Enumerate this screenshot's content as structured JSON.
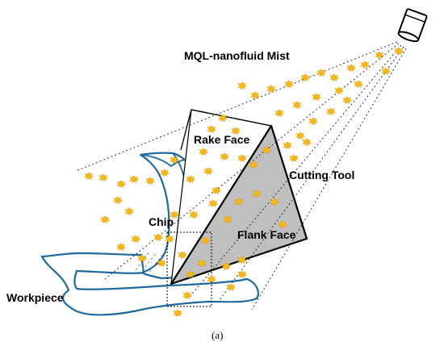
{
  "labels": {
    "mist": "MQL-nanofluid  Mist",
    "rake_face": "Rake Face",
    "cutting_tool": "Cutting Tool",
    "chip": "Chip",
    "flank_face": "Flank Face",
    "workpiece": "Workpiece"
  },
  "caption": "(a)",
  "colors": {
    "droplet": "#f5b818",
    "outline_blue": "#1e6a9c",
    "flank_fill": "#bfbfbf",
    "line": "#000000"
  },
  "icons": {
    "nozzle": "spray-nozzle-icon",
    "droplet": "droplet-splash-icon"
  }
}
